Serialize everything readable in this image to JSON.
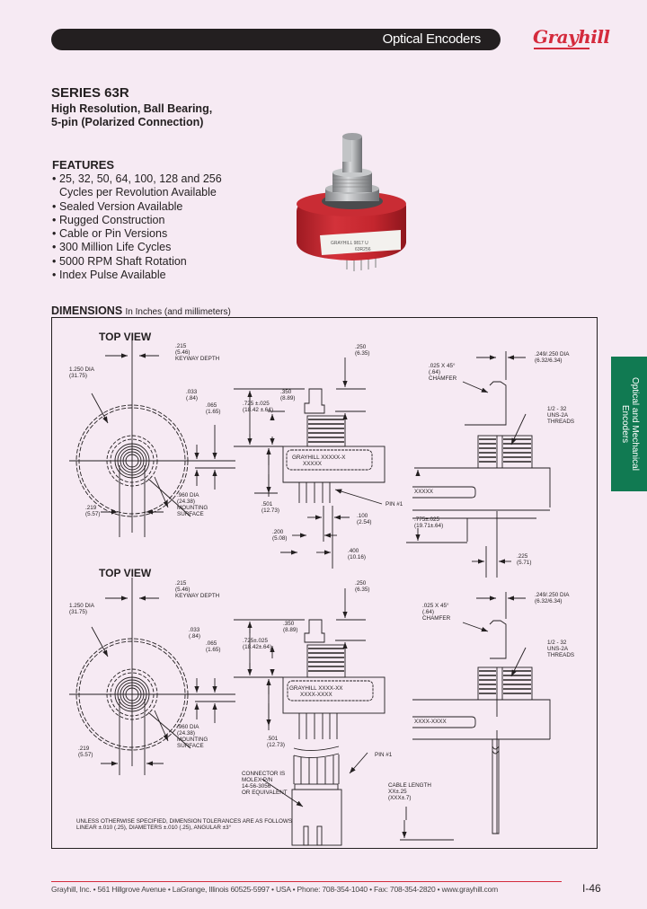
{
  "header": {
    "section_title": "Optical Encoders",
    "brand": "Grayhill"
  },
  "product": {
    "series": "SERIES 63R",
    "subtitle_line1": "High Resolution, Ball Bearing,",
    "subtitle_line2": "5-pin (Polarized Connection)",
    "photo_label_line1": "GRAYHILL 9817 U",
    "photo_label_line2": "63R256"
  },
  "features": {
    "heading": "FEATURES",
    "items": [
      {
        "line1": "25, 32, 50, 64, 100, 128 and 256",
        "line2": "Cycles per Revolution Available"
      },
      {
        "line1": "Sealed Version Available"
      },
      {
        "line1": "Rugged Construction"
      },
      {
        "line1": "Cable or Pin Versions"
      },
      {
        "line1": "300 Million Life Cycles"
      },
      {
        "line1": "5000 RPM Shaft Rotation"
      },
      {
        "line1": "Index Pulse Available"
      }
    ]
  },
  "dimensions": {
    "heading": "DIMENSIONS",
    "units": "In Inches (and millimeters)",
    "view1": {
      "title": "TOP VIEW",
      "keyway": [
        ".215",
        "(5.46)",
        "KEYWAY DEPTH"
      ],
      "dia1": [
        "1.250 DIA",
        "(31.75)"
      ],
      "d033": [
        ".033",
        "(.84)"
      ],
      "d065": [
        ".065",
        "(1.65)"
      ],
      "mount": [
        ".960 DIA",
        "(24.38)",
        "MOUNTING",
        "SURFACE"
      ],
      "d219": [
        ".219",
        "(5.57)"
      ],
      "d250": [
        ".250",
        "(6.35)"
      ],
      "d350": [
        ".350",
        "(8.89)"
      ],
      "d725": [
        ".725 ±.025",
        "(18.42 ±.64)"
      ],
      "d501": [
        ".501",
        "(12.73)"
      ],
      "pin1": "PIN #1",
      "d100": [
        ".100",
        "(2.54)"
      ],
      "d200": [
        ".200",
        "(5.08)"
      ],
      "d400": [
        ".400",
        "(10.16)"
      ],
      "label1": "GRAYHILL XXXXX-X",
      "label2": "XXXXX",
      "chamfer": [
        ".025 X 45°",
        "(.64)",
        "CHAMFER"
      ],
      "shaft": [
        ".249/.250 DIA",
        "(6.32/6.34)"
      ],
      "thread": [
        "1/2 - 32",
        "UNS-2A",
        "THREADS"
      ],
      "d775": [
        ".775±.025",
        "(19.71±.64)"
      ],
      "d225": [
        ".225",
        "(5.71)"
      ]
    },
    "view2": {
      "title": "TOP VIEW",
      "keyway": [
        ".215",
        "(5.46)",
        "KEYWAY DEPTH"
      ],
      "dia1": [
        "1.250 DIA",
        "(31.75)"
      ],
      "d033": [
        ".033",
        "(.84)"
      ],
      "d065": [
        ".065",
        "(1.65)"
      ],
      "mount": [
        ".960 DIA",
        "(24.38)",
        "MOUNTING",
        "SURFACE"
      ],
      "d219": [
        ".219",
        "(5.57)"
      ],
      "d250": [
        ".250",
        "(6.35)"
      ],
      "d350": [
        ".350",
        "(8.89)"
      ],
      "d725": [
        ".725±.025",
        "(18.42±.64)"
      ],
      "d501": [
        ".501",
        "(12.73)"
      ],
      "pin1": "PIN #1",
      "connector": [
        "CONNECTOR IS",
        "MOLEX P/N",
        "14-56-3056",
        "OR EQUIVALENT"
      ],
      "cable": [
        "CABLE LENGTH",
        "XX±.25",
        "(XXX±.7)"
      ],
      "label1": "GRAYHILL XXXX-XX",
      "label2": "XXXX-XXXX",
      "chamfer": [
        ".025 X 45°",
        "(.64)",
        "CHAMFER"
      ],
      "shaft": [
        ".249/.250 DIA",
        "(6.32/6.34)"
      ],
      "thread": [
        "1/2 - 32",
        "UNS-2A",
        "THREADS"
      ]
    },
    "tolerance_line1": "UNLESS OTHERWISE SPECIFIED, DIMENSION TOLERANCES ARE AS FOLLOWS",
    "tolerance_line2": "LINEAR ±.010 (.25), DIAMETERS ±.010 (.25), ANGULAR ±3°"
  },
  "side_tab": {
    "line1": "Optical and Mechanical",
    "line2": "Encoders",
    "color": "#117a52"
  },
  "footer": {
    "text": "Grayhill, Inc. • 561 Hillgrove Avenue • LaGrange, Illinois 60525-5997 • USA • Phone: 708-354-1040 • Fax: 708-354-2820 • www.grayhill.com",
    "page": "I-46"
  },
  "colors": {
    "brand_red": "#d42a3c",
    "tab_green": "#117a52",
    "background": "#f6eaf3",
    "header_bar": "#231f20"
  }
}
